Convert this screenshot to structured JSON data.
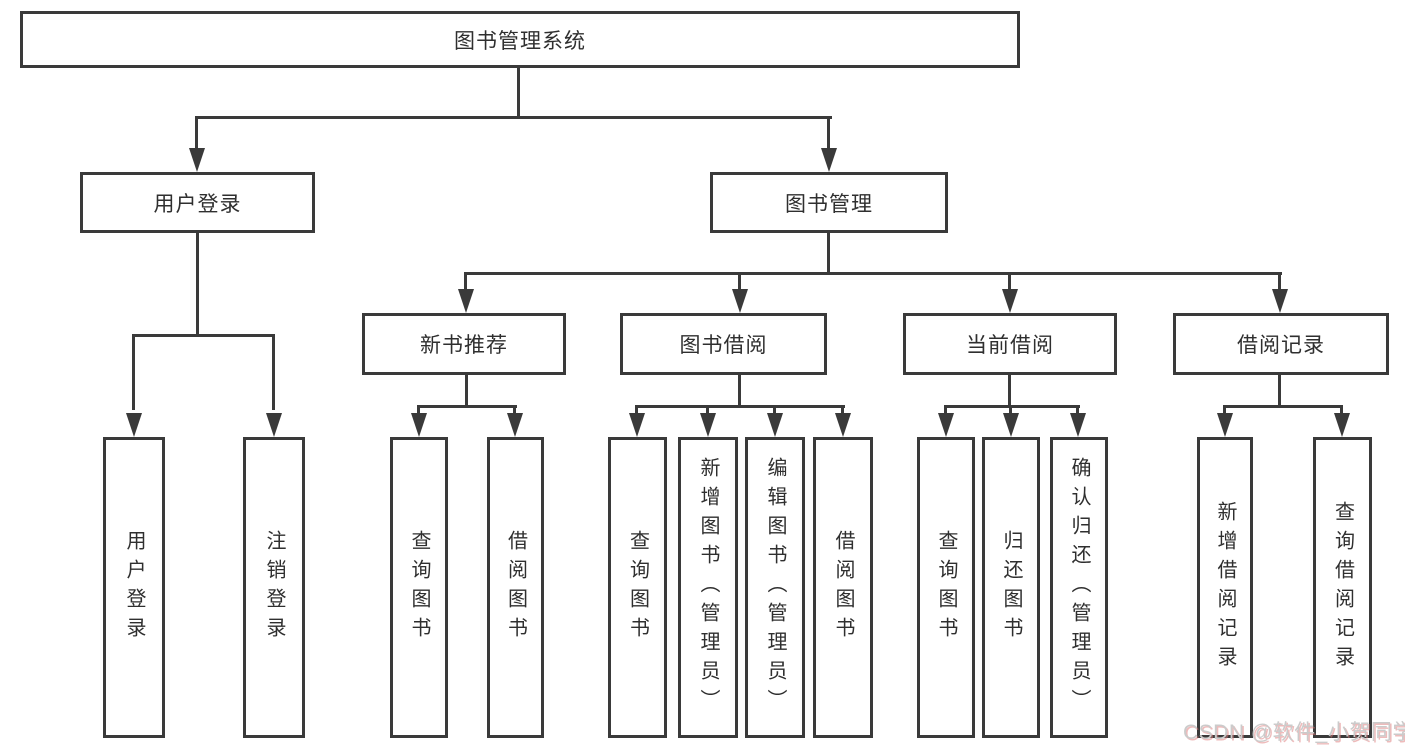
{
  "diagram": {
    "root": {
      "label": "图书管理系统"
    },
    "l2": [
      {
        "label": "用户登录"
      },
      {
        "label": "图书管理"
      }
    ],
    "l3": [
      {
        "label": "新书推荐"
      },
      {
        "label": "图书借阅"
      },
      {
        "label": "当前借阅"
      },
      {
        "label": "借阅记录"
      }
    ],
    "leaves": {
      "user": [
        {
          "label": "用户登录"
        },
        {
          "label": "注销登录"
        }
      ],
      "recommend": [
        {
          "label": "查询图书"
        },
        {
          "label": "借阅图书"
        }
      ],
      "borrow": [
        {
          "label": "查询图书"
        },
        {
          "label": "新增图书（管理员）"
        },
        {
          "label": "编辑图书（管理员）"
        },
        {
          "label": "借阅图书"
        }
      ],
      "current": [
        {
          "label": "查询图书"
        },
        {
          "label": "归还图书"
        },
        {
          "label": "确认归还（管理员）"
        }
      ],
      "records": [
        {
          "label": "新增借阅记录"
        },
        {
          "label": "查询借阅记录"
        }
      ]
    }
  },
  "watermark": {
    "text": "CSDN @软件_小贺同学"
  },
  "colors": {
    "line": "#3a3a3a",
    "text": "#2f2f2f",
    "background": "#ffffff",
    "watermark": "#cbcbcb",
    "watermark_shadow": "#de7878"
  }
}
